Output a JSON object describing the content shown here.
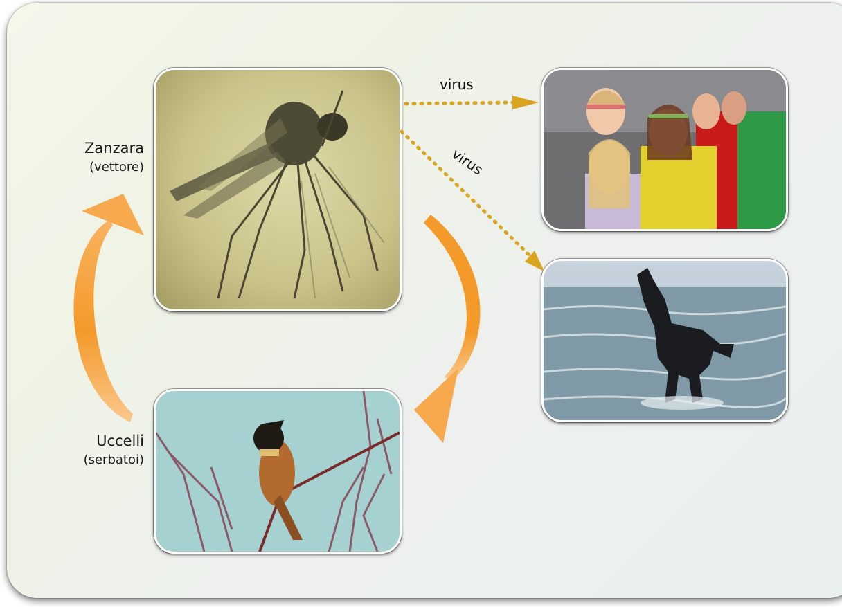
{
  "diagram": {
    "vector": {
      "name": "Zanzara",
      "role": "(vettore)",
      "photo_icon": "mosquito-photo"
    },
    "reservoir": {
      "name": "Uccelli",
      "role": "(serbatoi)",
      "photo_icon": "bird-photo"
    },
    "dead_end_hosts": [
      {
        "photo_icon": "children-photo"
      },
      {
        "photo_icon": "horse-photo"
      }
    ],
    "transmission_labels": {
      "to_humans": "virus",
      "to_horses": "virus"
    },
    "colors": {
      "cycle_arrow": "#f39a2a",
      "virus_arrow": "#d9a520",
      "panel_background": "#eef2e8"
    }
  }
}
